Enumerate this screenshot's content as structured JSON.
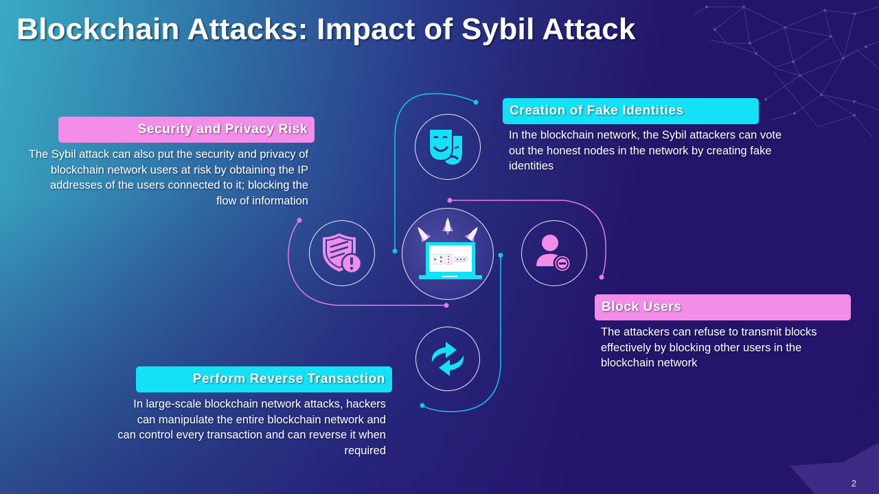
{
  "slide": {
    "title": "Blockchain Attacks: Impact of Sybil Attack",
    "page_number": "2"
  },
  "colors": {
    "pink": "#f48ce9",
    "cyan": "#14e1f5",
    "bg_left": "#3aa9c4",
    "bg_right": "#24136a"
  },
  "center": {
    "icon": "laptop-with-rockets-icon"
  },
  "items": [
    {
      "label": "Security and Privacy Risk",
      "description": "The Sybil attack can also put the security and privacy of blockchain network users at risk by obtaining the IP addresses of the users connected to it; blocking the flow of information",
      "icon": "shield-warning-icon",
      "color": "pink"
    },
    {
      "label": "Creation of Fake Identities",
      "description": "In the blockchain network, the Sybil attackers can vote out the honest nodes in the network by creating fake identities",
      "icon": "theater-masks-icon",
      "color": "cyan"
    },
    {
      "label": "Block Users",
      "description": "The attackers can refuse to transmit blocks effectively by blocking other users in the blockchain network",
      "icon": "user-block-icon",
      "color": "pink"
    },
    {
      "label": "Perform Reverse Transaction",
      "description": "In large-scale blockchain network attacks, hackers can manipulate the entire blockchain network and can control every transaction and can reverse it when required",
      "icon": "refresh-arrows-icon",
      "color": "cyan"
    }
  ]
}
